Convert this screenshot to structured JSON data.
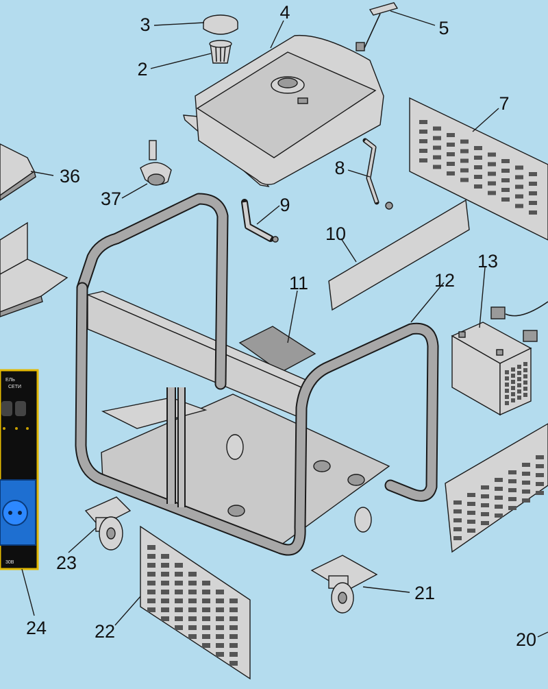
{
  "labels": {
    "n2": "2",
    "n3": "3",
    "n4": "4",
    "n5": "5",
    "n7": "7",
    "n8": "8",
    "n9": "9",
    "n10": "10",
    "n11": "11",
    "n12": "12",
    "n13": "13",
    "n20": "20",
    "n21": "21",
    "n22": "22",
    "n23": "23",
    "n24": "24",
    "n36": "36",
    "n37": "37"
  },
  "panel": {
    "switch_label_1": "ЕЛЬ",
    "switch_label_2": "СЕТИ",
    "socket_label": "30В"
  },
  "colors": {
    "background": "#b4dcee",
    "part_fill": "#d4d4d4",
    "outline": "#1a1a1a",
    "panel_black": "#0e0e0e",
    "panel_border": "#e2b800",
    "socket_blue": "#1e6fd1"
  }
}
